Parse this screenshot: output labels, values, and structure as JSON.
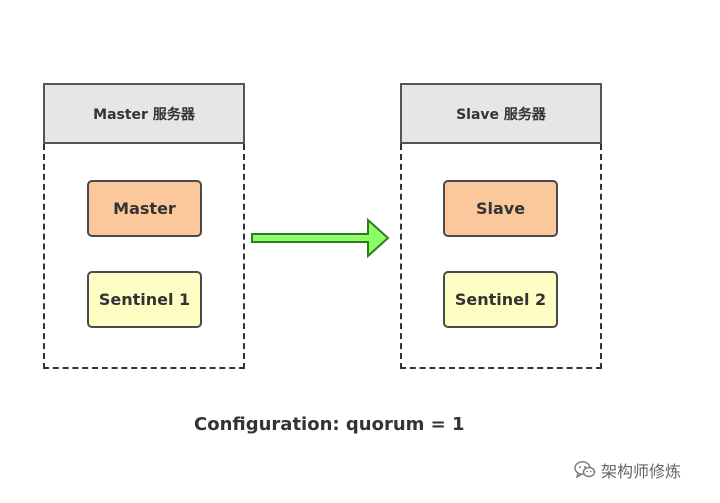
{
  "left_server": {
    "title": "Master 服务器",
    "role_node": "Master",
    "sentinel_node": "Sentinel 1"
  },
  "right_server": {
    "title": "Slave 服务器",
    "role_node": "Slave",
    "sentinel_node": "Sentinel 2"
  },
  "config_text": "Configuration: quorum = 1",
  "watermark": {
    "text": "架构师修炼",
    "icon": "wechat-icon"
  },
  "colors": {
    "header_bg": "#e6e6e6",
    "role_bg": "#fbc89b",
    "sentinel_bg": "#fdfdc4",
    "arrow_fill": "#8cff66",
    "arrow_stroke": "#2e7d1f"
  }
}
